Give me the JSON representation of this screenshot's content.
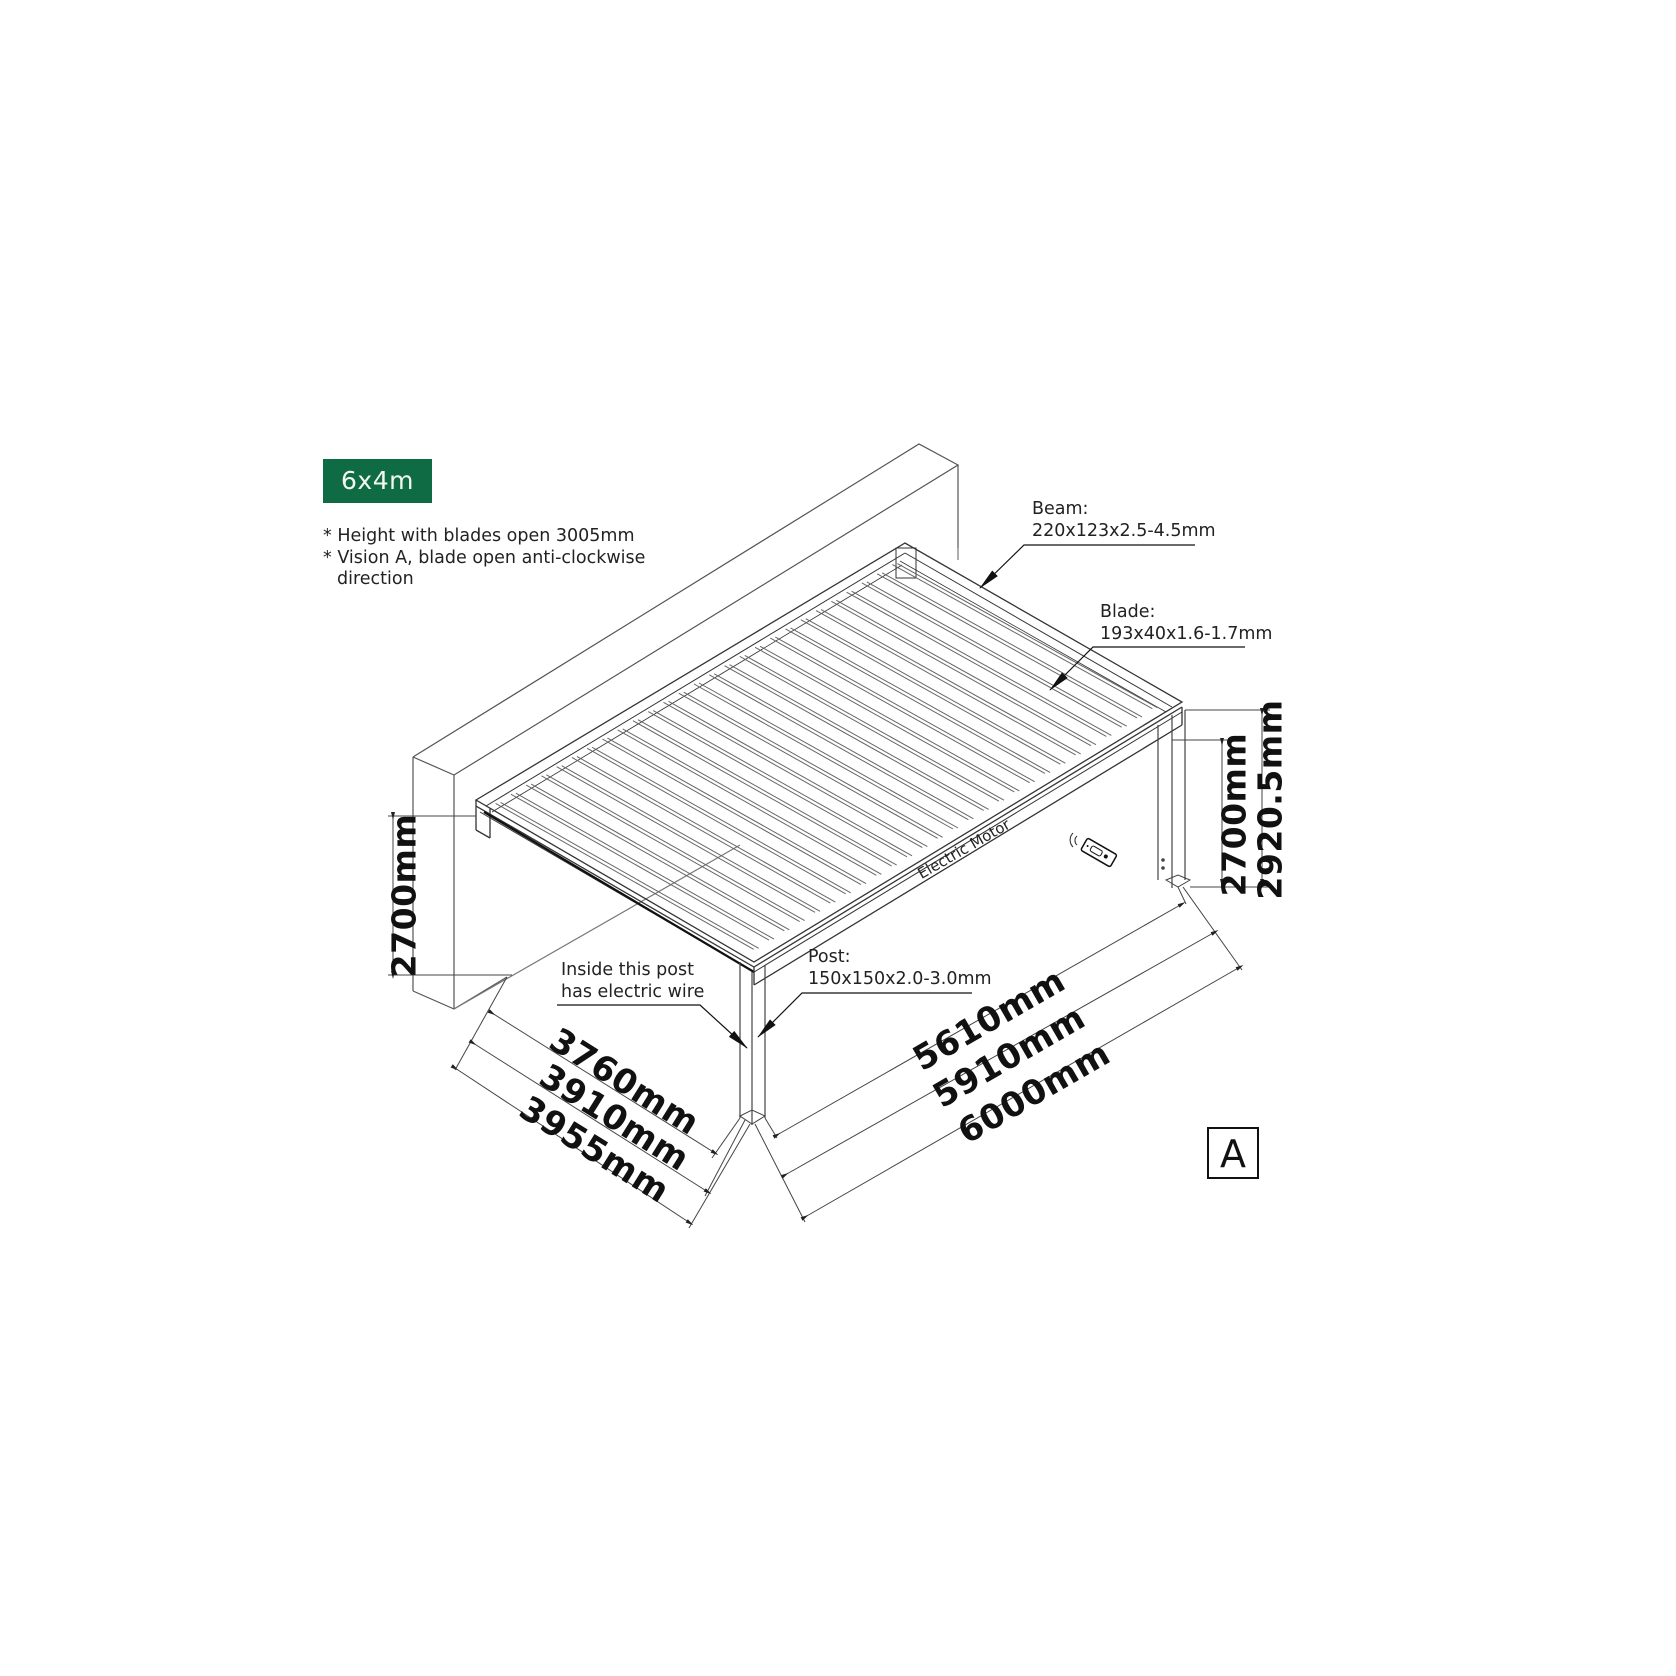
{
  "badge": {
    "label": "6x4m",
    "color": "#0f6b43"
  },
  "notes": [
    "* Height with blades open 3005mm",
    "* Vision A, blade open anti-clockwise",
    "direction"
  ],
  "callouts": {
    "beam": {
      "title": "Beam:",
      "spec": "220x123x2.5-4.5mm"
    },
    "blade": {
      "title": "Blade:",
      "spec": "193x40x1.6-1.7mm"
    },
    "post": {
      "title": "Post:",
      "spec": "150x150x2.0-3.0mm"
    },
    "wire": {
      "line1": "Inside this post",
      "line2": "has electric wire"
    },
    "motor": "Electric Motor"
  },
  "dimensions": {
    "left_height": "2700mm",
    "right_post_height": "2700mm",
    "right_total_height": "2920.5mm",
    "depth_inner": "3760mm",
    "depth_mid": "3910mm",
    "depth_outer": "3955mm",
    "width_inner": "5610mm",
    "width_mid": "5910mm",
    "width_outer": "6000mm"
  },
  "view_tag": "A",
  "icons": [
    "remote-control-icon",
    "wireless-signal-icon",
    "arrow-pointer-icon"
  ],
  "colors": {
    "line": "#333333",
    "accent": "#0f6b43"
  },
  "blade_count": 27
}
